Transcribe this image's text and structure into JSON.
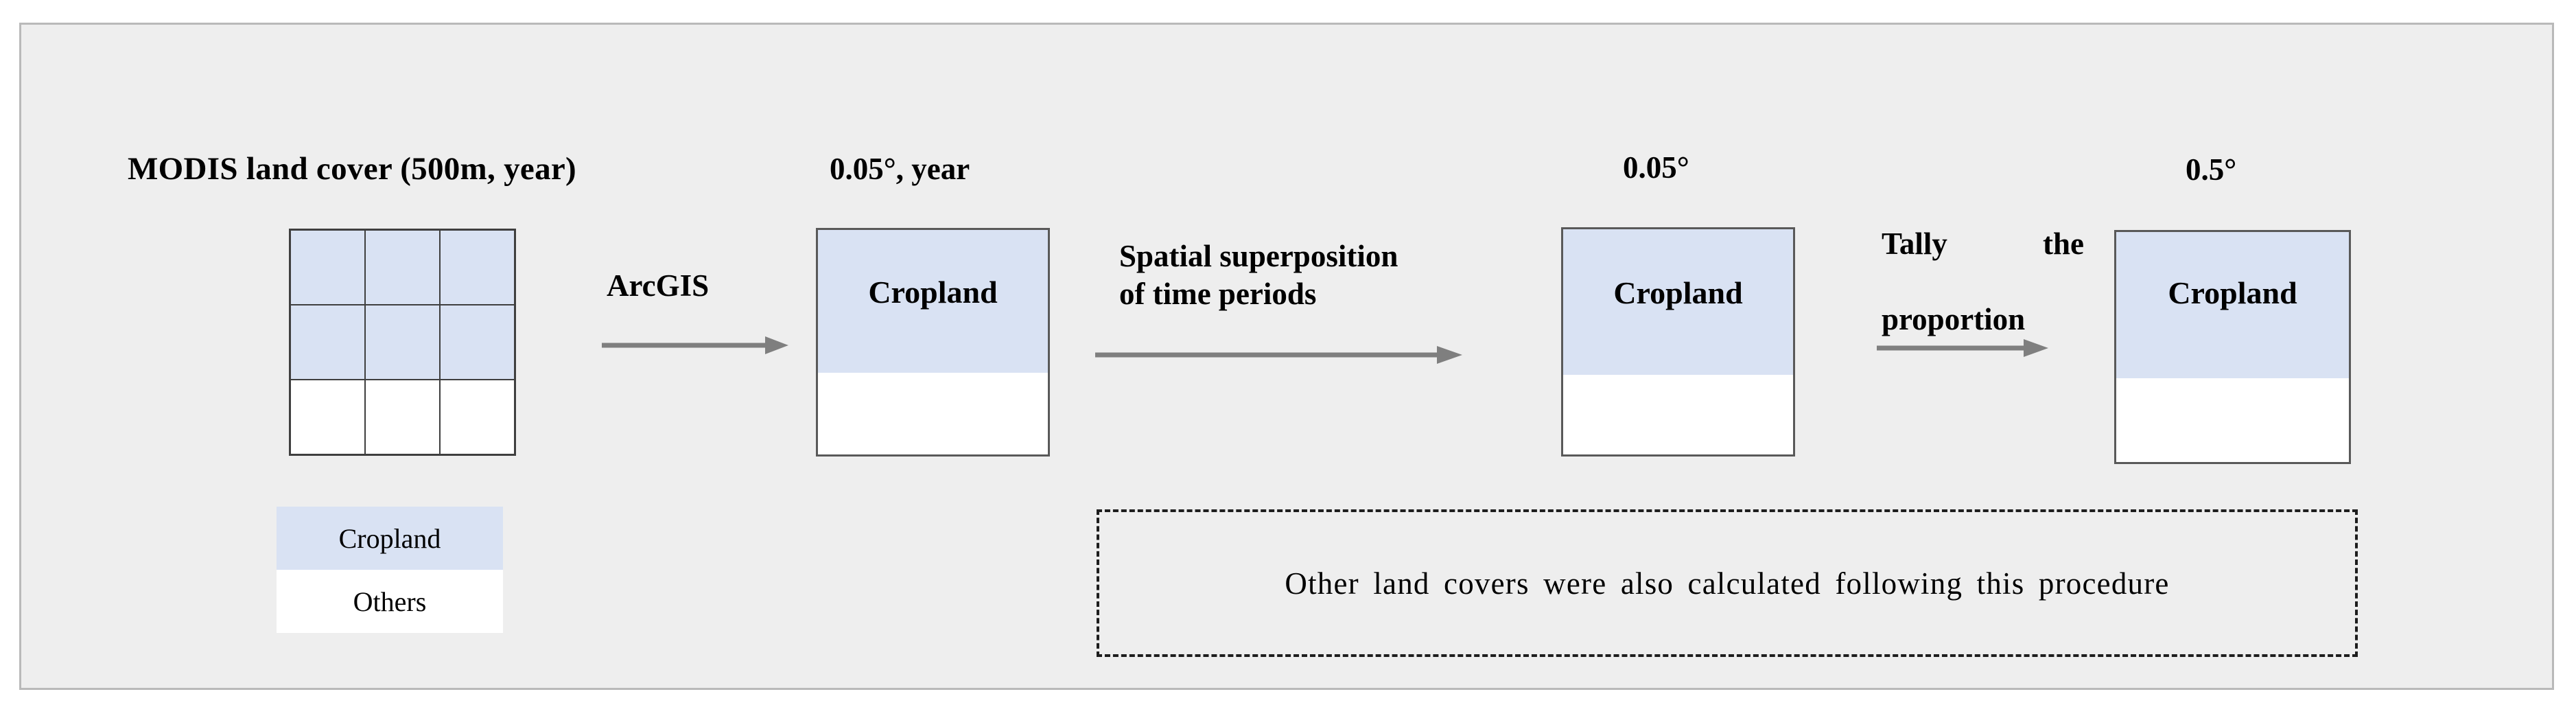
{
  "figure": {
    "background_color": "#eeeeee",
    "border_color": "#b9b9b9",
    "cropland_color": "#d9e2f3",
    "others_color": "#ffffff",
    "arrow_color": "#7f7f7f",
    "box_border_color": "#595959"
  },
  "stage1": {
    "title": "MODIS land cover (500m, year)",
    "grid": {
      "rows": 3,
      "cols": 3,
      "cells": [
        "cropland",
        "cropland",
        "cropland",
        "cropland",
        "cropland",
        "cropland",
        "others",
        "others",
        "others"
      ]
    }
  },
  "legend": {
    "items": [
      {
        "label": "Cropland",
        "color": "#d9e2f3"
      },
      {
        "label": "Others",
        "color": "#ffffff"
      }
    ]
  },
  "arrows": [
    {
      "caption": "ArcGIS"
    },
    {
      "caption_line1": "Spatial superposition",
      "caption_line2": "of time periods"
    },
    {
      "caption_line1": "Tally the",
      "caption_line2": "proportion"
    }
  ],
  "stages": [
    {
      "header": "0.05°, year",
      "box_label": "Cropland",
      "cropland_fraction": "0.62"
    },
    {
      "header": "0.05°",
      "box_label": "Cropland",
      "cropland_fraction": "0.63"
    },
    {
      "header": "0.5°",
      "box_label": "Cropland",
      "cropland_fraction": "0.62"
    }
  ],
  "note": {
    "text": "Other land covers were also calculated following this procedure"
  }
}
